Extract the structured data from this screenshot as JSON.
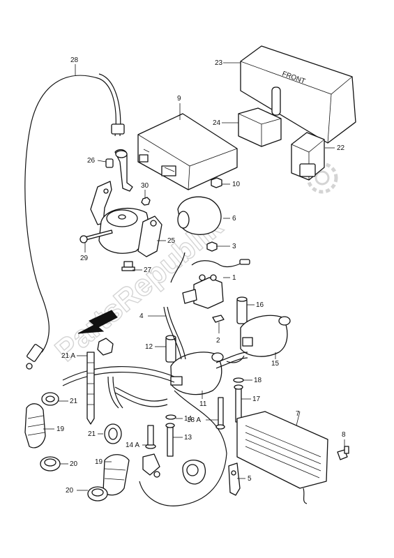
{
  "diagram": {
    "watermark": "PartsRepublik",
    "part_labels": [
      {
        "id": "p23",
        "text": "23"
      },
      {
        "id": "p9",
        "text": "9"
      },
      {
        "id": "p24",
        "text": "24"
      },
      {
        "id": "p22",
        "text": "22"
      },
      {
        "id": "p28",
        "text": "28"
      },
      {
        "id": "p26",
        "text": "26"
      },
      {
        "id": "p10",
        "text": "10"
      },
      {
        "id": "p30",
        "text": "30"
      },
      {
        "id": "p6",
        "text": "6"
      },
      {
        "id": "p25",
        "text": "25"
      },
      {
        "id": "p29",
        "text": "29"
      },
      {
        "id": "p3",
        "text": "3"
      },
      {
        "id": "p27",
        "text": "27"
      },
      {
        "id": "p1",
        "text": "1"
      },
      {
        "id": "p4",
        "text": "4"
      },
      {
        "id": "p16",
        "text": "16"
      },
      {
        "id": "p2",
        "text": "2"
      },
      {
        "id": "p12",
        "text": "12"
      },
      {
        "id": "p21a",
        "text": "21 A"
      },
      {
        "id": "p15",
        "text": "15"
      },
      {
        "id": "p18",
        "text": "18"
      },
      {
        "id": "p21",
        "text": "21"
      },
      {
        "id": "p11",
        "text": "11"
      },
      {
        "id": "p17",
        "text": "17"
      },
      {
        "id": "p7",
        "text": "7"
      },
      {
        "id": "p18a",
        "text": "18 A"
      },
      {
        "id": "p14",
        "text": "14"
      },
      {
        "id": "p19",
        "text": "19"
      },
      {
        "id": "p21b",
        "text": "21"
      },
      {
        "id": "p13",
        "text": "13"
      },
      {
        "id": "p14a",
        "text": "14 A"
      },
      {
        "id": "p8",
        "text": "8"
      },
      {
        "id": "p20",
        "text": "20"
      },
      {
        "id": "p19b",
        "text": "19"
      },
      {
        "id": "p5",
        "text": "5"
      },
      {
        "id": "p20b",
        "text": "20"
      }
    ],
    "cover_marking": "FRONT"
  }
}
